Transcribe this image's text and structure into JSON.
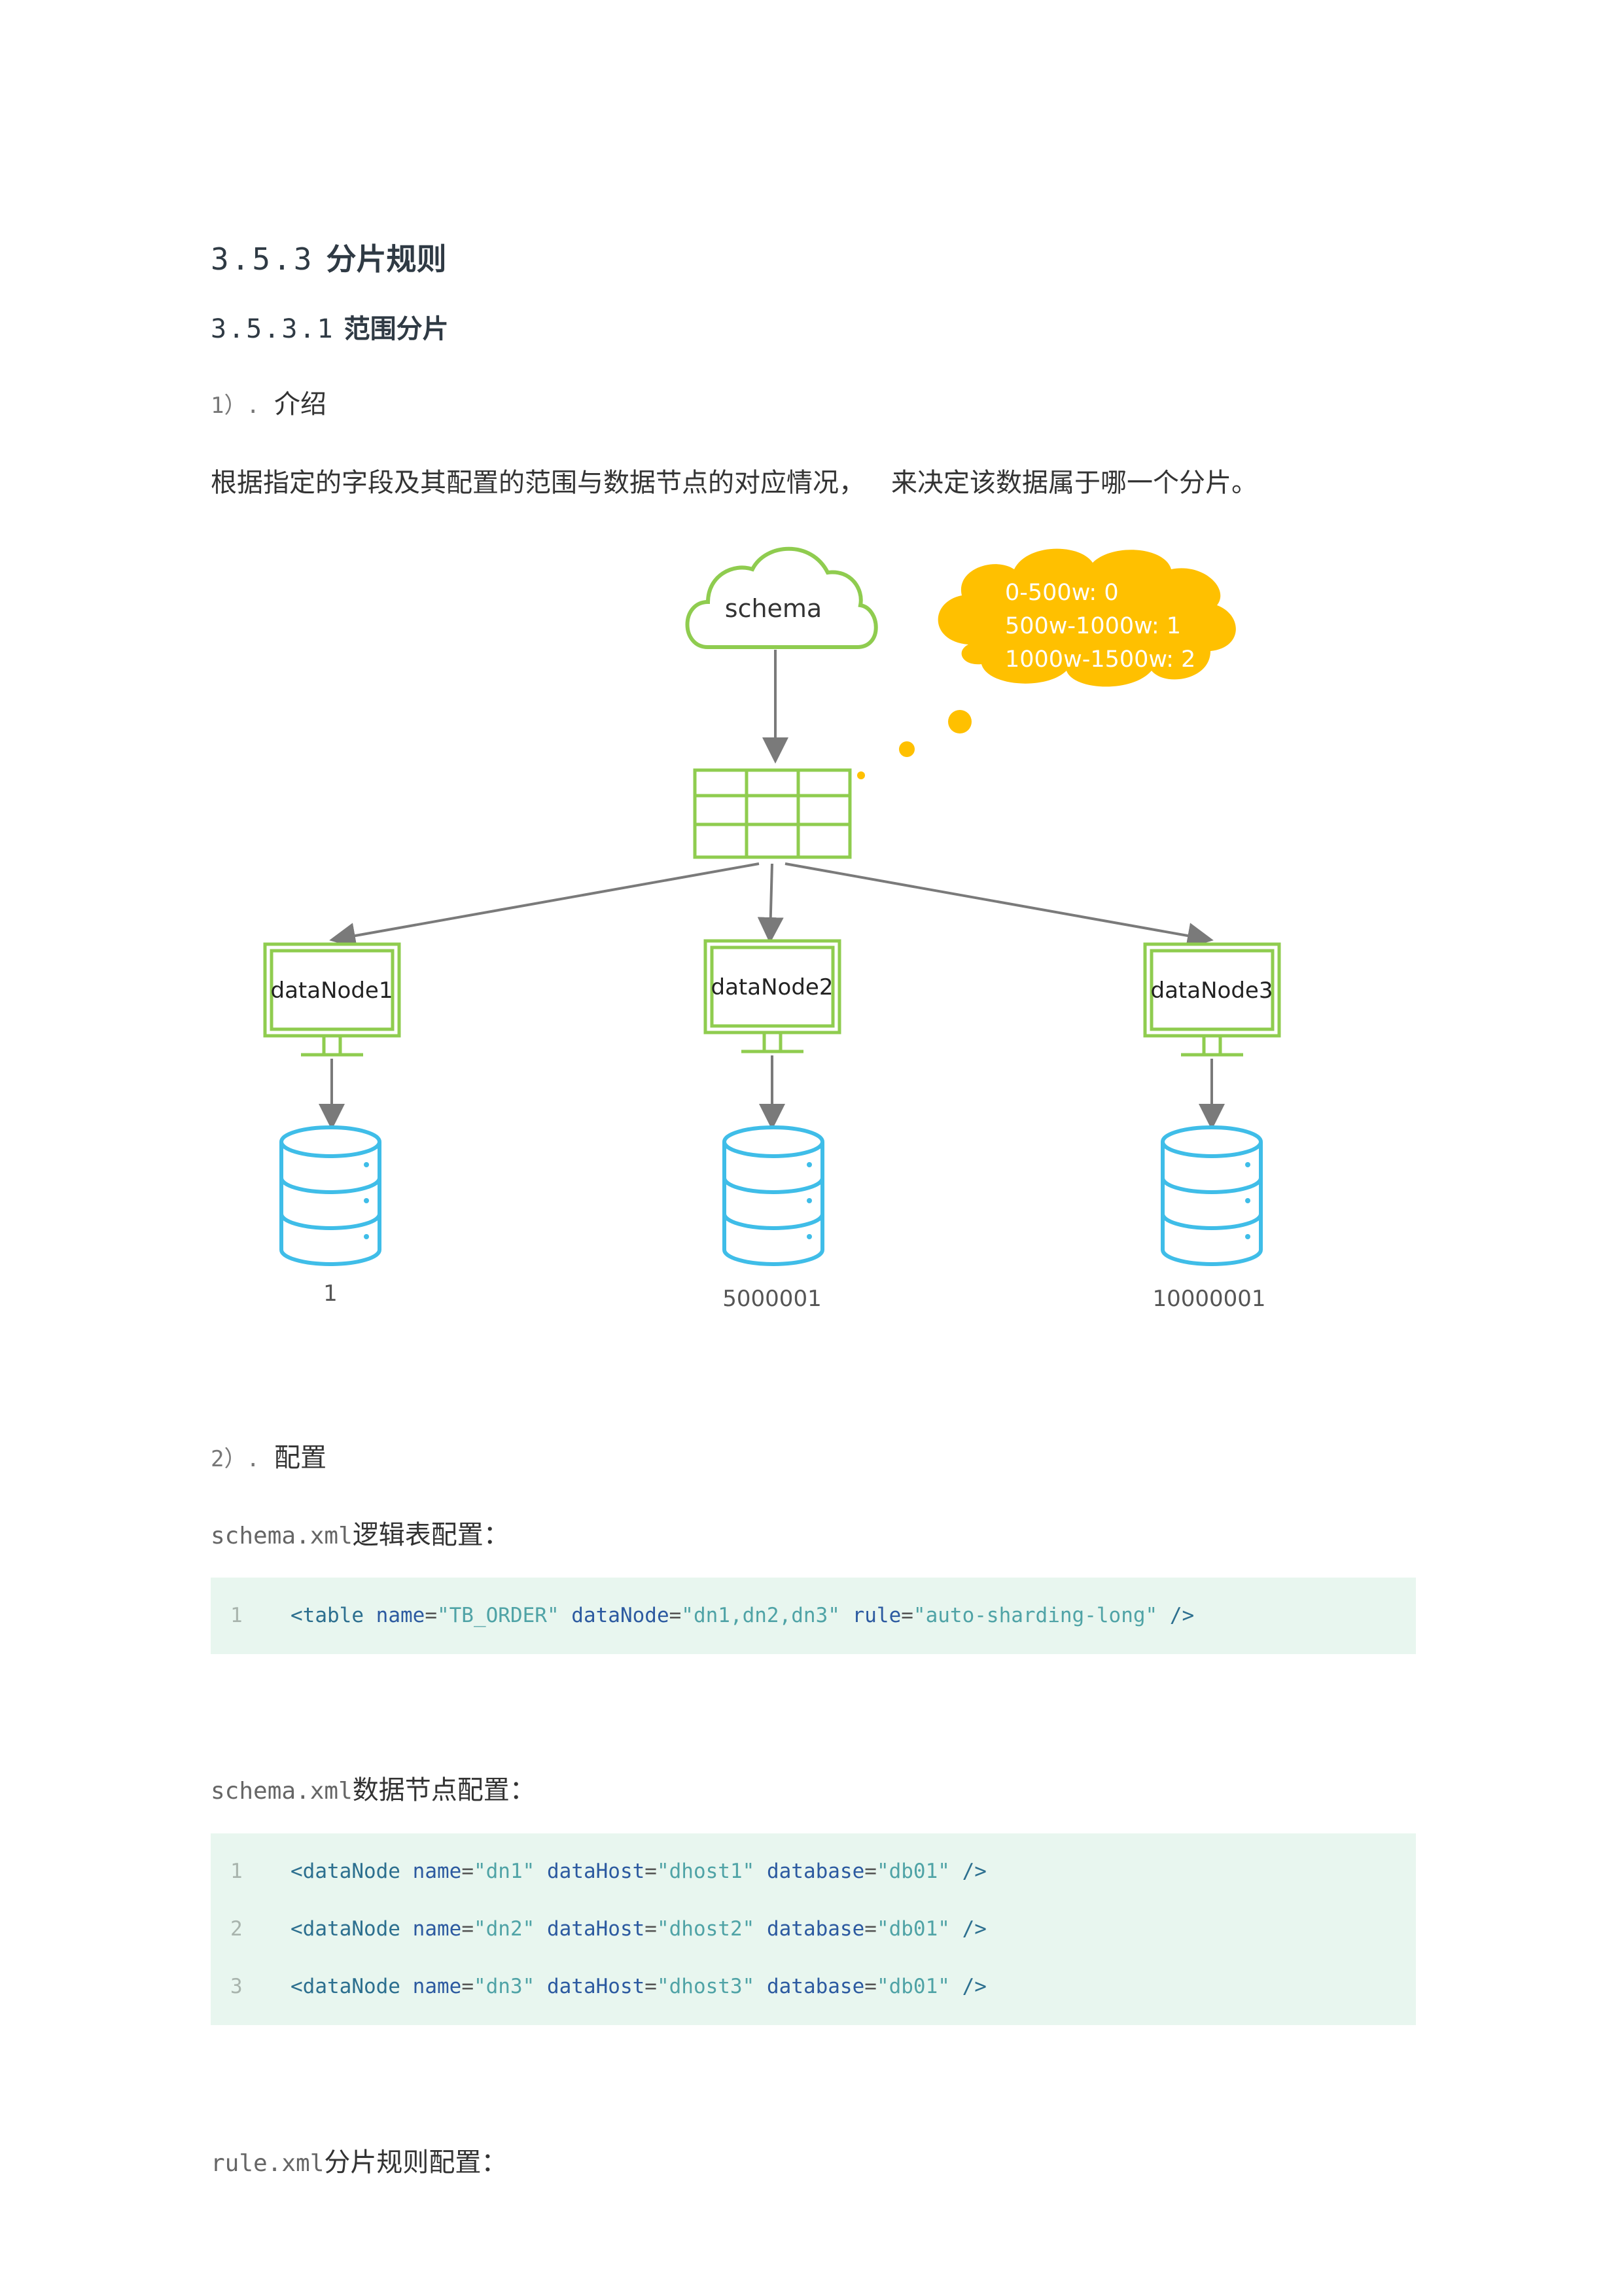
{
  "section": {
    "number": "3.5.3",
    "title": "分片规则"
  },
  "subsection": {
    "number": "3.5.3.1",
    "title": "范围分片"
  },
  "step1": {
    "number": "1）.",
    "title": "介绍"
  },
  "intro": {
    "part1": "根据指定的字段及其配置的范围与数据节点的对应情况，",
    "part2": "来决定该数据属于哪一个分片。"
  },
  "diagram": {
    "cloud_label": "schema",
    "ranges": [
      "0-500w: 0",
      "500w-1000w: 1",
      "1000w-1500w: 2"
    ],
    "nodes": [
      {
        "label": "dataNode1",
        "db_label": "1"
      },
      {
        "label": "dataNode2",
        "db_label": "5000001"
      },
      {
        "label": "dataNode3",
        "db_label": "10000001"
      }
    ]
  },
  "step2": {
    "number": "2）.",
    "title": "配置"
  },
  "config1": {
    "file": "schema.xml",
    "desc": "逻辑表配置："
  },
  "code1": {
    "lines": [
      {
        "no": "1",
        "tag": "<table",
        "a1": "name",
        "v1": "\"TB_ORDER\"",
        "a2": "dataNode",
        "v2": "\"dn1,dn2,dn3\"",
        "a3": "rule",
        "v3": "\"auto-sharding-long\"",
        "end": "/>"
      }
    ]
  },
  "config2": {
    "file": "schema.xml",
    "desc": "数据节点配置："
  },
  "code2": {
    "lines": [
      {
        "no": "1",
        "tag": "<dataNode",
        "a1": "name",
        "v1": "\"dn1\"",
        "a2": "dataHost",
        "v2": "\"dhost1\"",
        "a3": "database",
        "v3": "\"db01\"",
        "end": "/>"
      },
      {
        "no": "2",
        "tag": "<dataNode",
        "a1": "name",
        "v1": "\"dn2\"",
        "a2": "dataHost",
        "v2": "\"dhost2\"",
        "a3": "database",
        "v3": "\"db01\"",
        "end": "/>"
      },
      {
        "no": "3",
        "tag": "<dataNode",
        "a1": "name",
        "v1": "\"dn3\"",
        "a2": "dataHost",
        "v2": "\"dhost3\"",
        "a3": "database",
        "v3": "\"db01\"",
        "end": "/>"
      }
    ]
  },
  "config3": {
    "file": "rule.xml",
    "desc": "分片规则配置："
  },
  "colors": {
    "green": "#8fcc4f",
    "blue": "#3fbde8",
    "yellow": "#ffc000",
    "code_bg": "#e8f6ef"
  }
}
